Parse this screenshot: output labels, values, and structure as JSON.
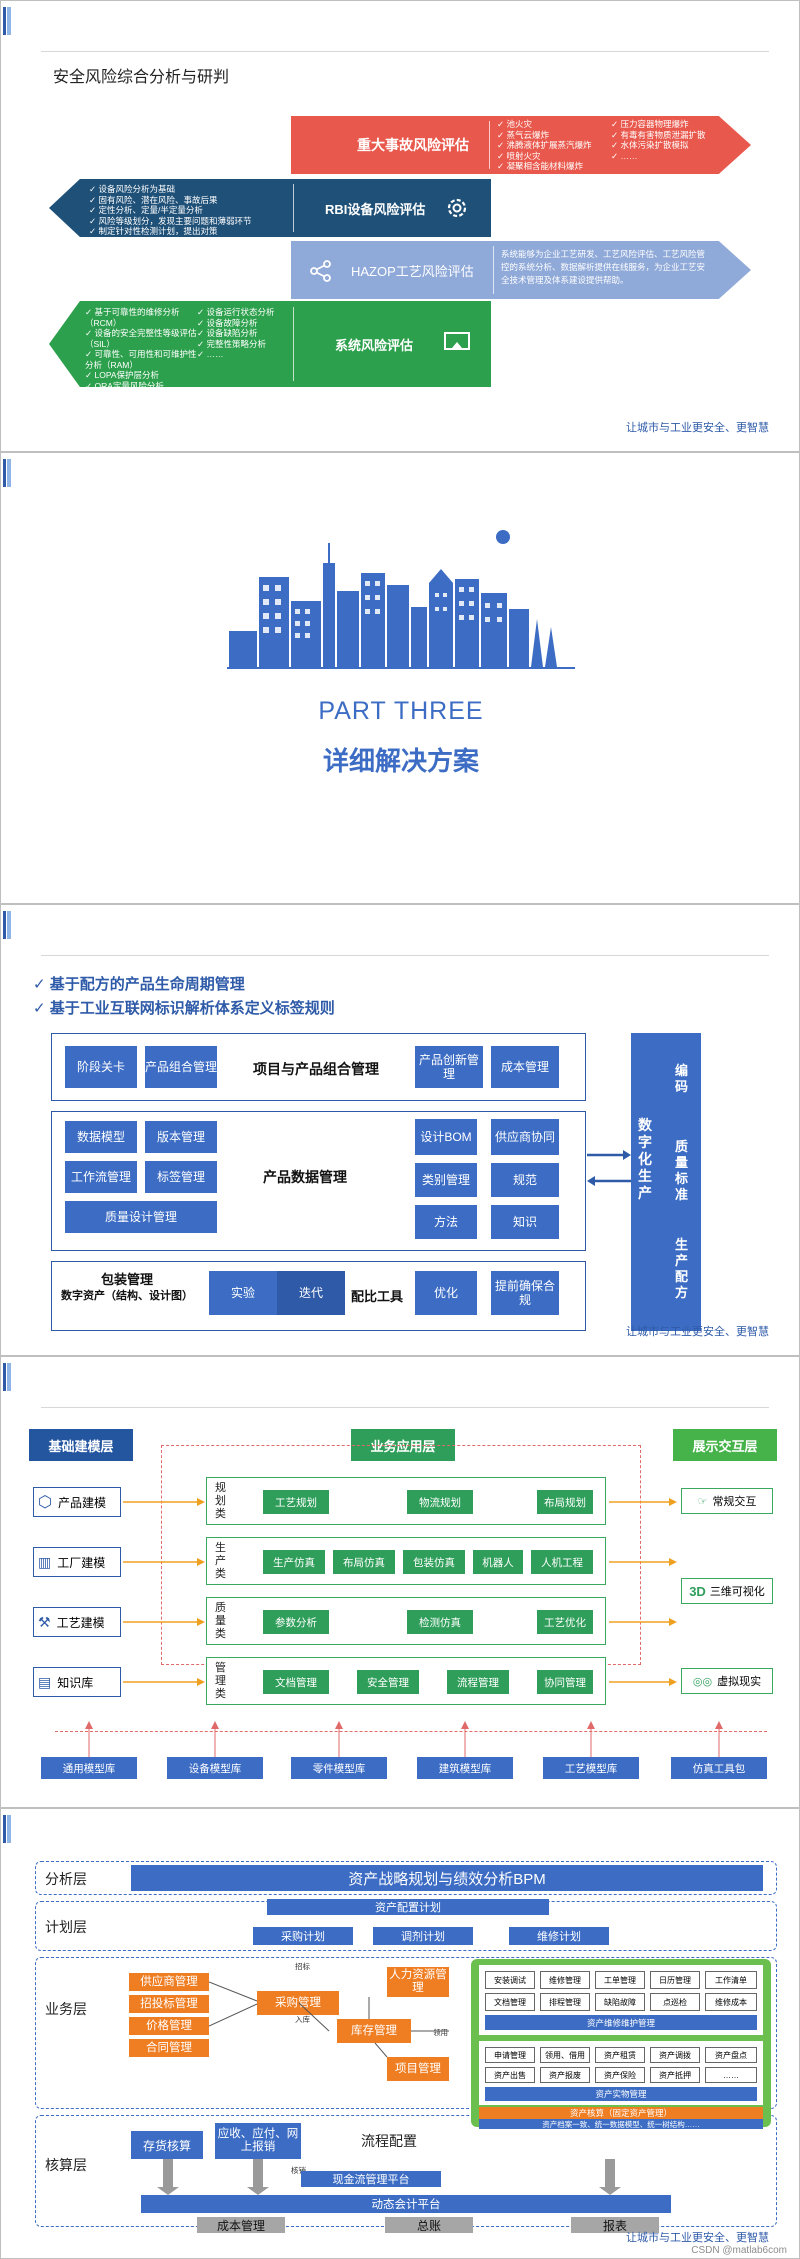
{
  "slogan": "让城市与工业更安全、更智慧",
  "slide1": {
    "title": "安全风险综合分析与研判",
    "red": {
      "label": "重大事故风险评估",
      "items_a": [
        "池火灾",
        "蒸气云爆炸",
        "沸腾液体扩展蒸汽爆炸",
        "喷射火灾",
        "凝聚相含能材料爆炸"
      ],
      "items_b": [
        "压力容器物理爆炸",
        "有毒有害物质泄漏扩散",
        "水体污染扩散模拟",
        "……"
      ]
    },
    "rbi": {
      "label": "RBI设备风险评估",
      "items": [
        "设备风险分析为基础",
        "固有风险、潜在风险、事故后果",
        "定性分析、定量/半定量分析",
        "风险等级划分，发现主要问题和薄弱环节",
        "制定针对性检测计划，提出对策"
      ]
    },
    "hazop": {
      "label": "HAZOP工艺风险评估",
      "desc": "系统能够为企业工艺研发、工艺风险评估、工艺风险管控的系统分析、数据解析提供在线服务，为企业工艺安全技术管理及体系建设提供帮助。"
    },
    "sys": {
      "label": "系统风险评估",
      "items_a": [
        "基于可靠性的维修分析（RCM）",
        "设备的安全完整性等级评估（SIL）",
        "可靠性、可用性和可维护性分析（RAM）",
        "LOPA保护层分析",
        "QRA定量风险分析"
      ],
      "items_b": [
        "设备运行状态分析",
        "设备故障分析",
        "设备缺陷分析",
        "完整性策略分析",
        "……"
      ]
    }
  },
  "slide2": {
    "part": "PART THREE",
    "subtitle": "详细解决方案"
  },
  "slide3": {
    "check1": "基于配方的产品生命周期管理",
    "check2": "基于工业互联网标识解析体系定义标签规则",
    "row1": {
      "b1": "阶段关卡",
      "b2": "产品组合管理",
      "title": "项目与产品组合管理",
      "b3": "产品创新管理",
      "b4": "成本管理"
    },
    "row2": {
      "b1": "数据模型",
      "b2": "版本管理",
      "b3": "工作流管理",
      "b4": "标签管理",
      "b5": "质量设计管理",
      "title": "产品数据管理",
      "r1": "设计BOM",
      "r2": "供应商协同",
      "r3": "类别管理",
      "r4": "规范",
      "r5": "方法",
      "r6": "知识"
    },
    "row3": {
      "title1": "包装管理",
      "title2": "数字资产（结构、设计图）",
      "b1": "实验",
      "b2": "迭代",
      "mid": "配比工具",
      "b3": "优化",
      "b4": "提前确保合规"
    },
    "panel": {
      "left": "数字化生产",
      "r1": "编码",
      "r2": "质量标准",
      "r3": "生产配方"
    }
  },
  "slide4": {
    "h1": "基础建模层",
    "h2": "业务应用层",
    "h3": "展示交互层",
    "left": [
      "产品建模",
      "工厂建模",
      "工艺建模",
      "知识库"
    ],
    "lanes": [
      {
        "cat": "规划类",
        "items": [
          "工艺规划",
          "物流规划",
          "布局规划"
        ]
      },
      {
        "cat": "生产类",
        "items": [
          "生产仿真",
          "布局仿真",
          "包装仿真",
          "机器人",
          "人机工程"
        ]
      },
      {
        "cat": "质量类",
        "items": [
          "参数分析",
          "检测仿真",
          "工艺优化"
        ]
      },
      {
        "cat": "管理类",
        "items": [
          "文档管理",
          "安全管理",
          "流程管理",
          "协同管理"
        ]
      }
    ],
    "right": [
      "常规交互",
      "三维可视化",
      "虚拟现实"
    ],
    "icon3d": "3D",
    "libs": [
      "通用模型库",
      "设备模型库",
      "零件模型库",
      "建筑模型库",
      "工艺模型库",
      "仿真工具包"
    ]
  },
  "slide5": {
    "layers": [
      "分析层",
      "计划层",
      "业务层",
      "核算层"
    ],
    "bpm": "资产战略规划与绩效分析BPM",
    "plan": "资产配置计划",
    "plans": [
      "采购计划",
      "调剂计划",
      "维修计划"
    ],
    "left": [
      "供应商管理",
      "招投标管理",
      "价格管理",
      "合同管理"
    ],
    "purchase": "采购管理",
    "hr": "人力资源管理",
    "warehouse": "库存管理",
    "project": "项目管理",
    "sm_bz": "招标",
    "sm_rk": "入库",
    "sm_lc": "领用",
    "maint": [
      "安装调试",
      "维修管理",
      "工单管理",
      "日历管理",
      "工作清单",
      "文档管理",
      "排程管理",
      "缺陷故障",
      "点巡检",
      "维修成本"
    ],
    "maint_title": "资产维修维护管理",
    "asset": [
      "申请管理",
      "领用、借用",
      "资产租赁",
      "资产调拨",
      "资产盘点",
      "资产出售",
      "资产报废",
      "资产保险",
      "资产抵押",
      "……"
    ],
    "asset_title": "资产实物管理",
    "acct1": "资产核算（固定资产管理）",
    "acct2": "资产档案一致、统一数据模型、统一树结构……",
    "inventory": "存货核算",
    "ap": "应收、应付、网上报销",
    "flow": "流程配置",
    "sm_hx": "核销",
    "cash": "现金流管理平台",
    "dyn": "动态会计平台",
    "bottom": [
      "成本管理",
      "总账",
      "报表"
    ],
    "watermark": "CSDN @matlab6com"
  }
}
